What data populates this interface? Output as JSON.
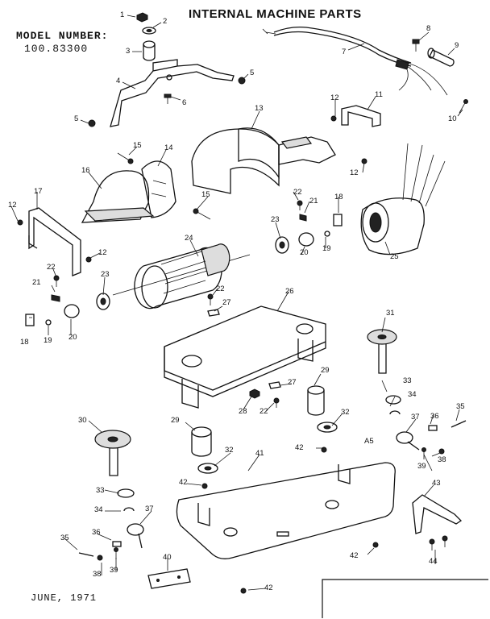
{
  "title": "INTERNAL MACHINE PARTS",
  "model_label": "MODEL NUMBER:",
  "model_number": "100.83300",
  "date": "JUNE, 1971",
  "callouts": [
    "1",
    "2",
    "3",
    "4",
    "5",
    "6",
    "5",
    "7",
    "8",
    "9",
    "10",
    "11",
    "12",
    "12",
    "13",
    "14",
    "15",
    "16",
    "15",
    "17",
    "12",
    "12",
    "22",
    "21",
    "18",
    "23",
    "24",
    "20",
    "19",
    "25",
    "22",
    "21",
    "23",
    "22",
    "27",
    "26",
    "18",
    "19",
    "20",
    "31",
    "33",
    "34",
    "35",
    "36",
    "37",
    "29",
    "27",
    "28",
    "22",
    "32",
    "A5",
    "30",
    "29",
    "32",
    "42",
    "38",
    "39",
    "41",
    "42",
    "43",
    "33",
    "34",
    "37",
    "35",
    "36",
    "38",
    "39",
    "42",
    "40",
    "44",
    "42"
  ]
}
